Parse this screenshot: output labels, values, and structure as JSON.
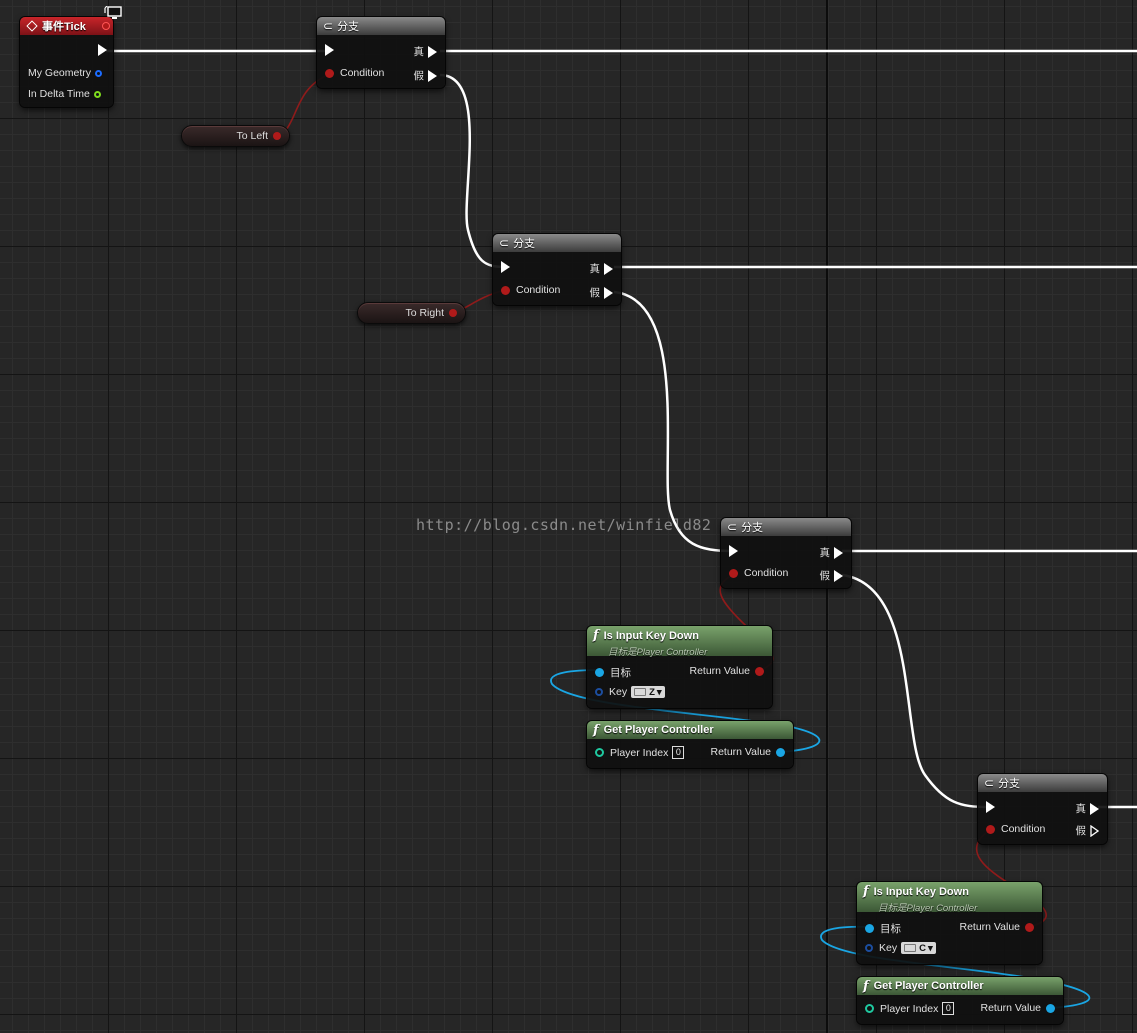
{
  "colors": {
    "exec_wire": "#ffffff",
    "bool_wire": "#8f1b1b",
    "object_wire": "#1aa6e4",
    "event_header": "#c9252a",
    "branch_header": "#6a6a6a",
    "function_header": "#5a7f4e"
  },
  "event_tick": {
    "title": "事件Tick",
    "pins": [
      "My Geometry",
      "In Delta Time"
    ]
  },
  "branch_1": {
    "title": "分支",
    "condition": "Condition",
    "true": "真",
    "false": "假"
  },
  "branch_2": {
    "title": "分支",
    "condition": "Condition",
    "true": "真",
    "false": "假"
  },
  "branch_3": {
    "title": "分支",
    "condition": "Condition",
    "true": "真",
    "false": "假"
  },
  "branch_4": {
    "title": "分支",
    "condition": "Condition",
    "true": "真",
    "false": "假"
  },
  "var_to_left": {
    "label": "To Left"
  },
  "var_to_right": {
    "label": "To Right"
  },
  "is_key_down_1": {
    "title": "Is Input Key Down",
    "subtitle": "目标是Player Controller",
    "target": "目标",
    "key": "Key",
    "key_value": "Z",
    "return": "Return Value"
  },
  "get_pc_1": {
    "title": "Get Player Controller",
    "player_index": "Player Index",
    "index_value": "0",
    "return": "Return Value"
  },
  "is_key_down_2": {
    "title": "Is Input Key Down",
    "subtitle": "目标是Player Controller",
    "target": "目标",
    "key": "Key",
    "key_value": "C",
    "return": "Return Value"
  },
  "get_pc_2": {
    "title": "Get Player Controller",
    "player_index": "Player Index",
    "index_value": "0",
    "return": "Return Value"
  },
  "watermark": "http://blog.csdn.net/winfield82"
}
